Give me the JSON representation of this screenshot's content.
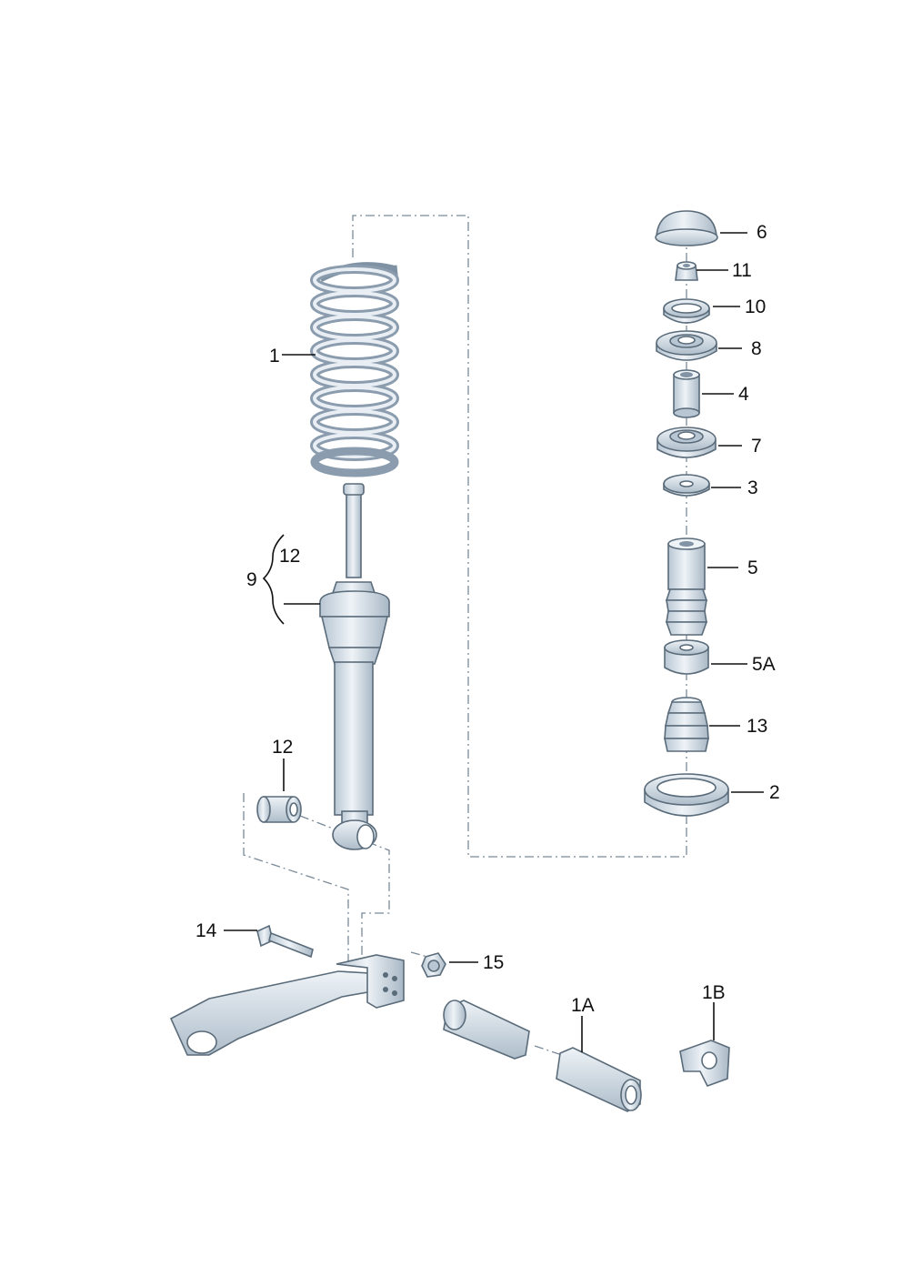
{
  "callouts": [
    {
      "id": "c1",
      "label": "1"
    },
    {
      "id": "c9",
      "label": "9"
    },
    {
      "id": "c12a",
      "label": "12"
    },
    {
      "id": "c12b",
      "label": "12"
    },
    {
      "id": "c6",
      "label": "6"
    },
    {
      "id": "c11",
      "label": "11"
    },
    {
      "id": "c10",
      "label": "10"
    },
    {
      "id": "c8",
      "label": "8"
    },
    {
      "id": "c4",
      "label": "4"
    },
    {
      "id": "c7",
      "label": "7"
    },
    {
      "id": "c3",
      "label": "3"
    },
    {
      "id": "c5",
      "label": "5"
    },
    {
      "id": "c5A",
      "label": "5A"
    },
    {
      "id": "c13",
      "label": "13"
    },
    {
      "id": "c2",
      "label": "2"
    },
    {
      "id": "c14",
      "label": "14"
    },
    {
      "id": "c15",
      "label": "15"
    },
    {
      "id": "c1A",
      "label": "1A"
    },
    {
      "id": "c1B",
      "label": "1B"
    }
  ],
  "colors": {
    "part_fill": "#dde6ee",
    "part_shadow": "#b8c6d3",
    "part_outline": "#5a6b7a",
    "leader": "#111111",
    "dashed_guide": "#7a8a99"
  }
}
